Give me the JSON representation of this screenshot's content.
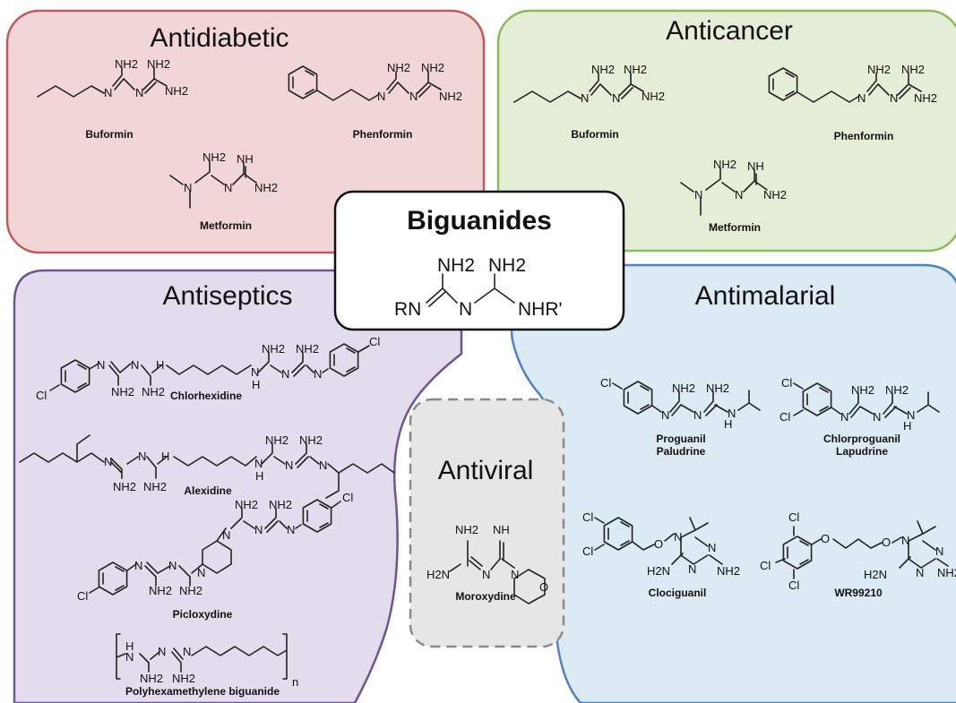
{
  "center": {
    "title": "Biguanides",
    "labels": {
      "nh2_left": "NH2",
      "nh2_right": "NH2",
      "rn": "RN",
      "n": "N",
      "nhr": "NHR'"
    }
  },
  "categories": {
    "antidiabetic": {
      "title": "Antidiabetic",
      "color": "#f2d5d6",
      "border": "#c25a5c",
      "compounds": [
        "Buformin",
        "Phenformin",
        "Metformin"
      ]
    },
    "anticancer": {
      "title": "Anticancer",
      "color": "#e4edd6",
      "border": "#8cbb5a",
      "compounds": [
        "Buformin",
        "Phenformin",
        "Metformin"
      ]
    },
    "antiseptics": {
      "title": "Antiseptics",
      "color": "#e3dcec",
      "border": "#6e5590",
      "compounds": [
        "Chlorhexidine",
        "Alexidine",
        "Picloxydine",
        "Polyhexamethylene biguanide"
      ]
    },
    "antimalarial": {
      "title": "Antimalarial",
      "color": "#dbeaf3",
      "border": "#4d84c4",
      "compounds": [
        "Proguanil",
        "Paludrine",
        "Chlorproguanil",
        "Lapudrine",
        "Clociguanil",
        "WR99210"
      ]
    },
    "antiviral": {
      "title": "Antiviral",
      "color": "#e6e6e6",
      "border": "#8a8a8a",
      "compounds": [
        "Moroxydine"
      ]
    }
  },
  "atoms": {
    "nh2": "NH2",
    "nh": "NH",
    "n": "N",
    "h": "H",
    "cl": "Cl",
    "o": "O",
    "h2n": "H2N",
    "sub_n": "n"
  }
}
